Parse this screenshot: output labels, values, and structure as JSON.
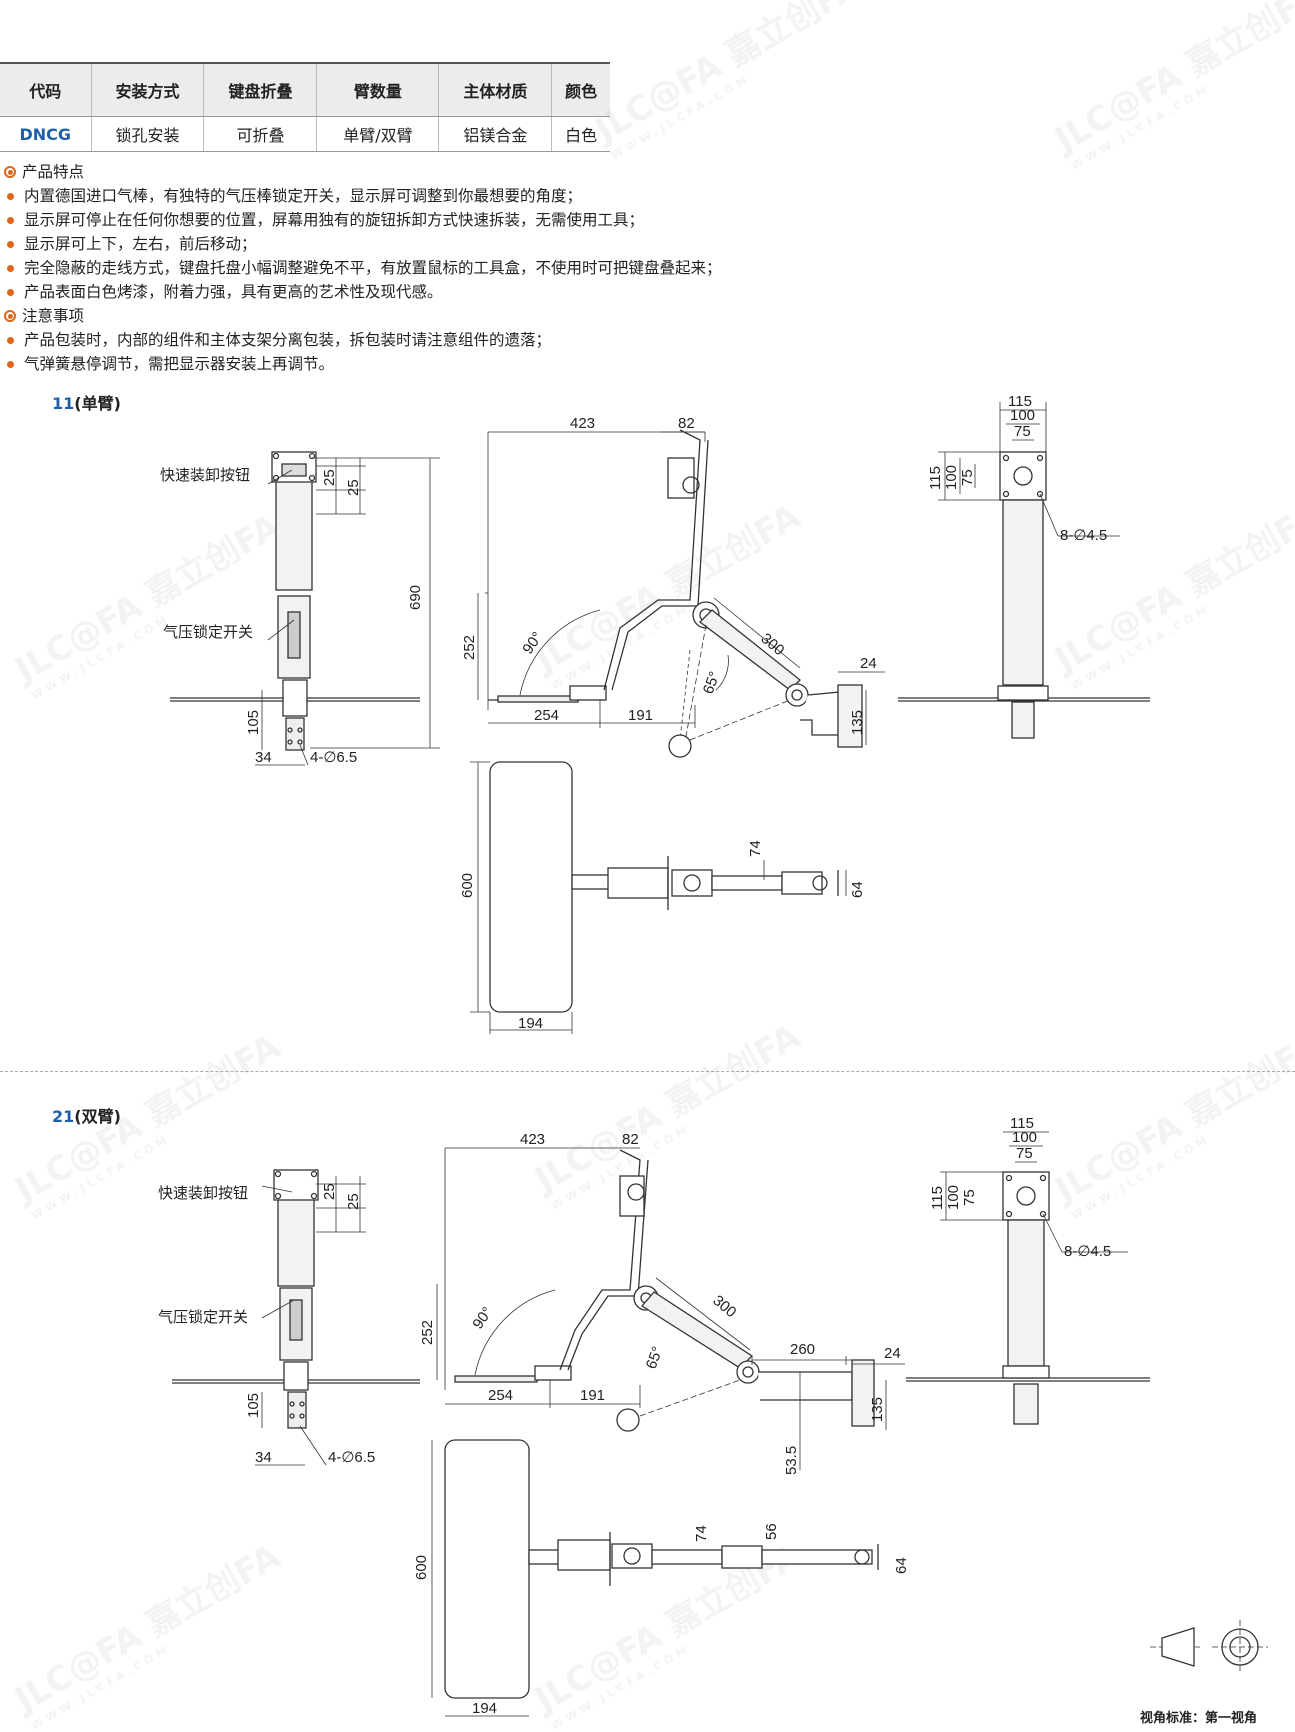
{
  "table": {
    "headers": [
      "代码",
      "安装方式",
      "键盘折叠",
      "臂数量",
      "主体材质",
      "颜色"
    ],
    "row": [
      "DNCG",
      "锁孔安装",
      "可折叠",
      "单臂/双臂",
      "铝镁合金",
      "白色"
    ]
  },
  "features": {
    "title": "产品特点",
    "items": [
      "内置德国进口气棒，有独特的气压棒锁定开关，显示屏可调整到你最想要的角度；",
      "显示屏可停止在任何你想要的位置，屏幕用独有的旋钮拆卸方式快速拆装，无需使用工具；",
      "显示屏可上下，左右，前后移动；",
      "完全隐蔽的走线方式，键盘托盘小幅调整避免不平，有放置鼠标的工具盒，不使用时可把键盘叠起来；",
      "产品表面白色烤漆，附着力强，具有更高的艺术性及现代感。"
    ]
  },
  "notes": {
    "title": "注意事项",
    "items": [
      "产品包装时，内部的组件和主体支架分离包装，拆包装时请注意组件的遗落；",
      "气弹簧悬停调节，需把显示器安装上再调节。"
    ]
  },
  "models": [
    {
      "num": "11",
      "name": "(单臂)"
    },
    {
      "num": "21",
      "name": "(双臂)"
    }
  ],
  "callouts": {
    "quick_release": "快速装卸按钮",
    "gas_lock": "气压锁定开关",
    "holes_a": "4-∅6.5",
    "holes_b": "8-∅4.5"
  },
  "dims": {
    "d25": "25",
    "d690": "690",
    "d105": "105",
    "d34": "34",
    "d423": "423",
    "d82": "82",
    "d252": "252",
    "d90": "90°",
    "d300": "300",
    "d65": "65°",
    "d24": "24",
    "d135": "135",
    "d254": "254",
    "d191": "191",
    "d115": "115",
    "d100": "100",
    "d75": "75",
    "d600": "600",
    "d74": "74",
    "d64": "64",
    "d194": "194",
    "d260": "260",
    "d53": "53.5",
    "d56": "56"
  },
  "watermark": {
    "text": "JLC@FA 嘉立创FA",
    "sub": "WWW.JLCFA.COM"
  },
  "projection_standard": "视角标准：第一视角"
}
